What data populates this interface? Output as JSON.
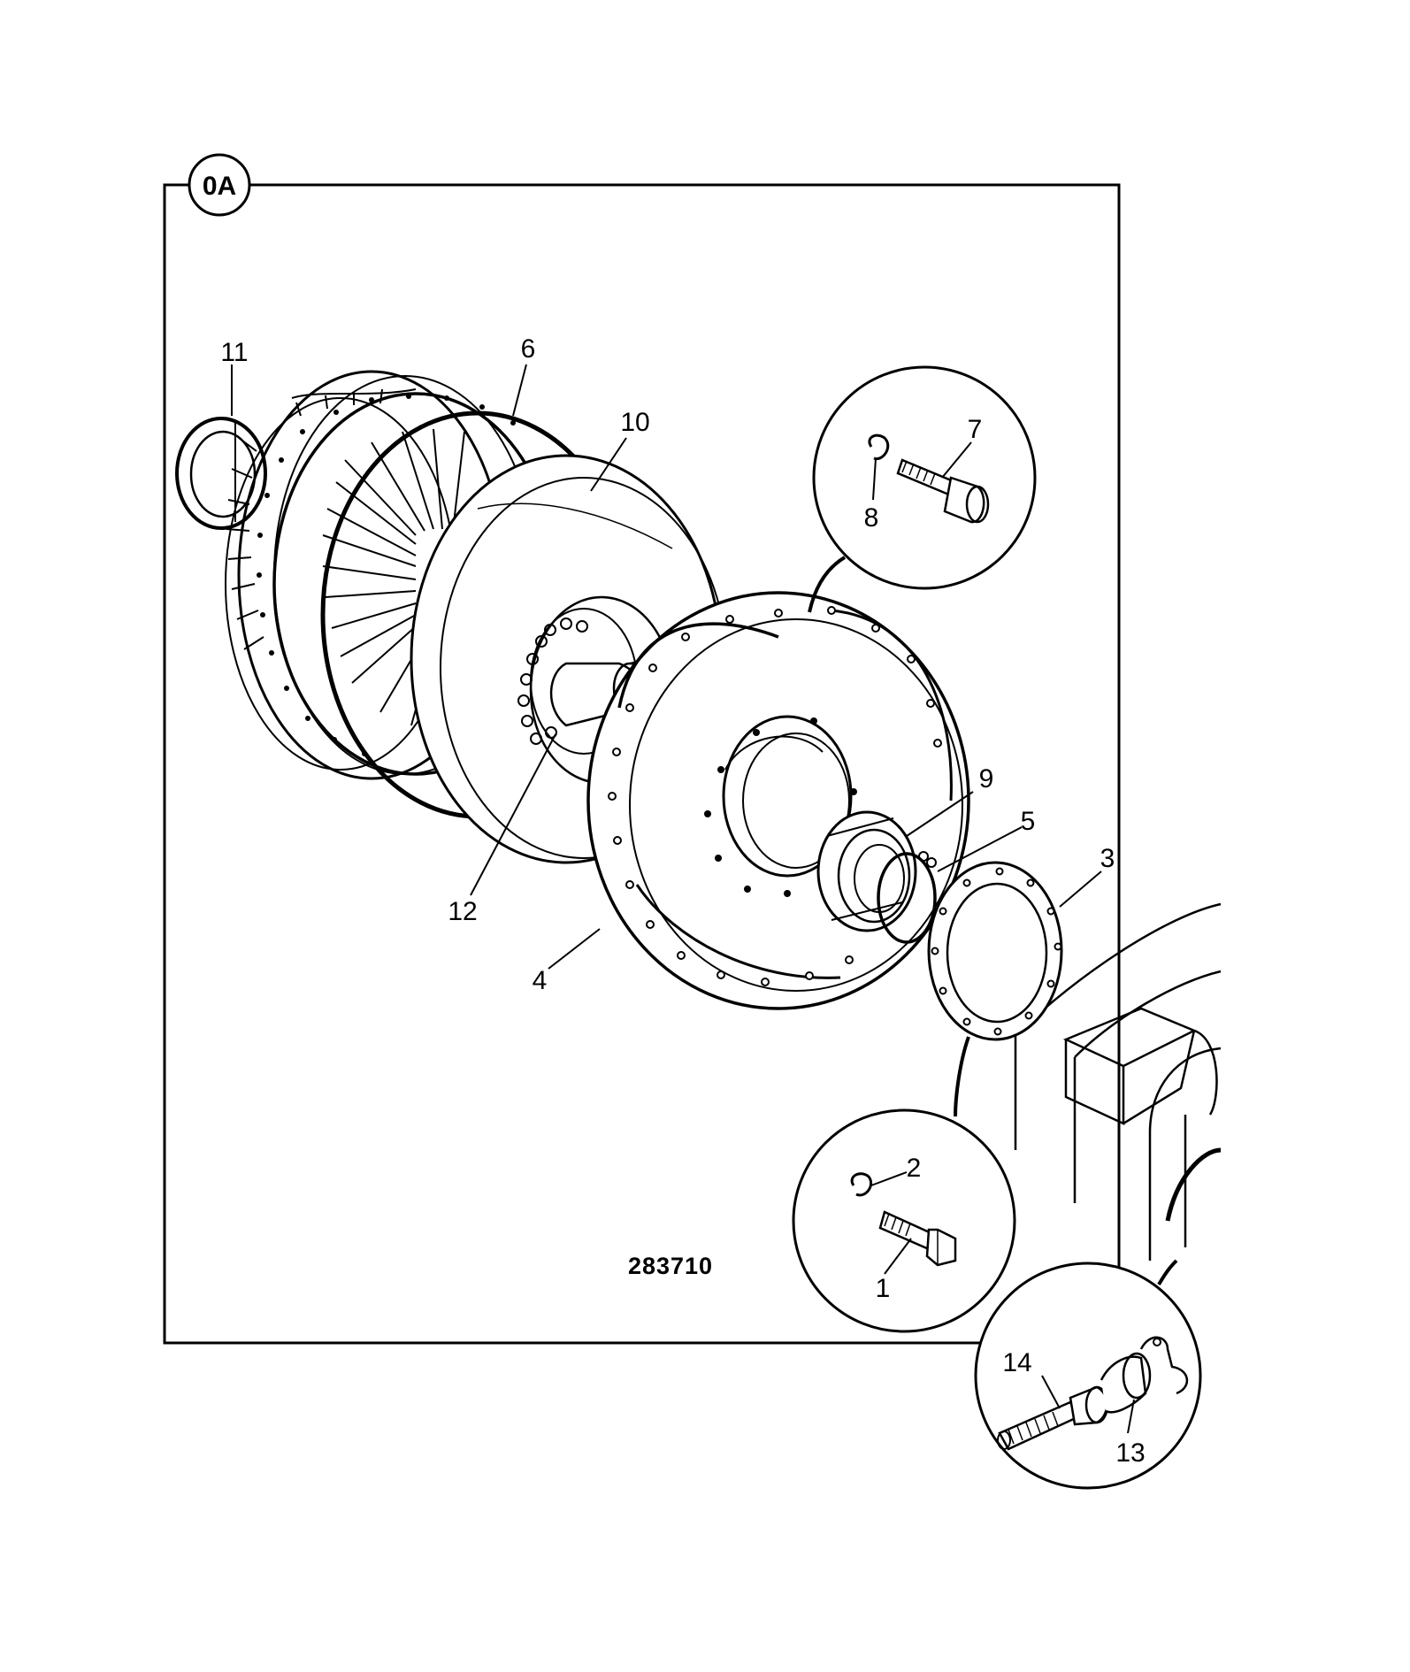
{
  "figure": {
    "badge": "0A",
    "reference_number": "283710"
  },
  "callouts": {
    "c1": "1",
    "c2": "2",
    "c3": "3",
    "c4": "4",
    "c5": "5",
    "c6": "6",
    "c7": "7",
    "c8": "8",
    "c9": "9",
    "c10": "10",
    "c11": "11",
    "c12": "12",
    "c13": "13",
    "c14": "14"
  },
  "colors": {
    "ink": "#000000",
    "paper": "#ffffff"
  }
}
